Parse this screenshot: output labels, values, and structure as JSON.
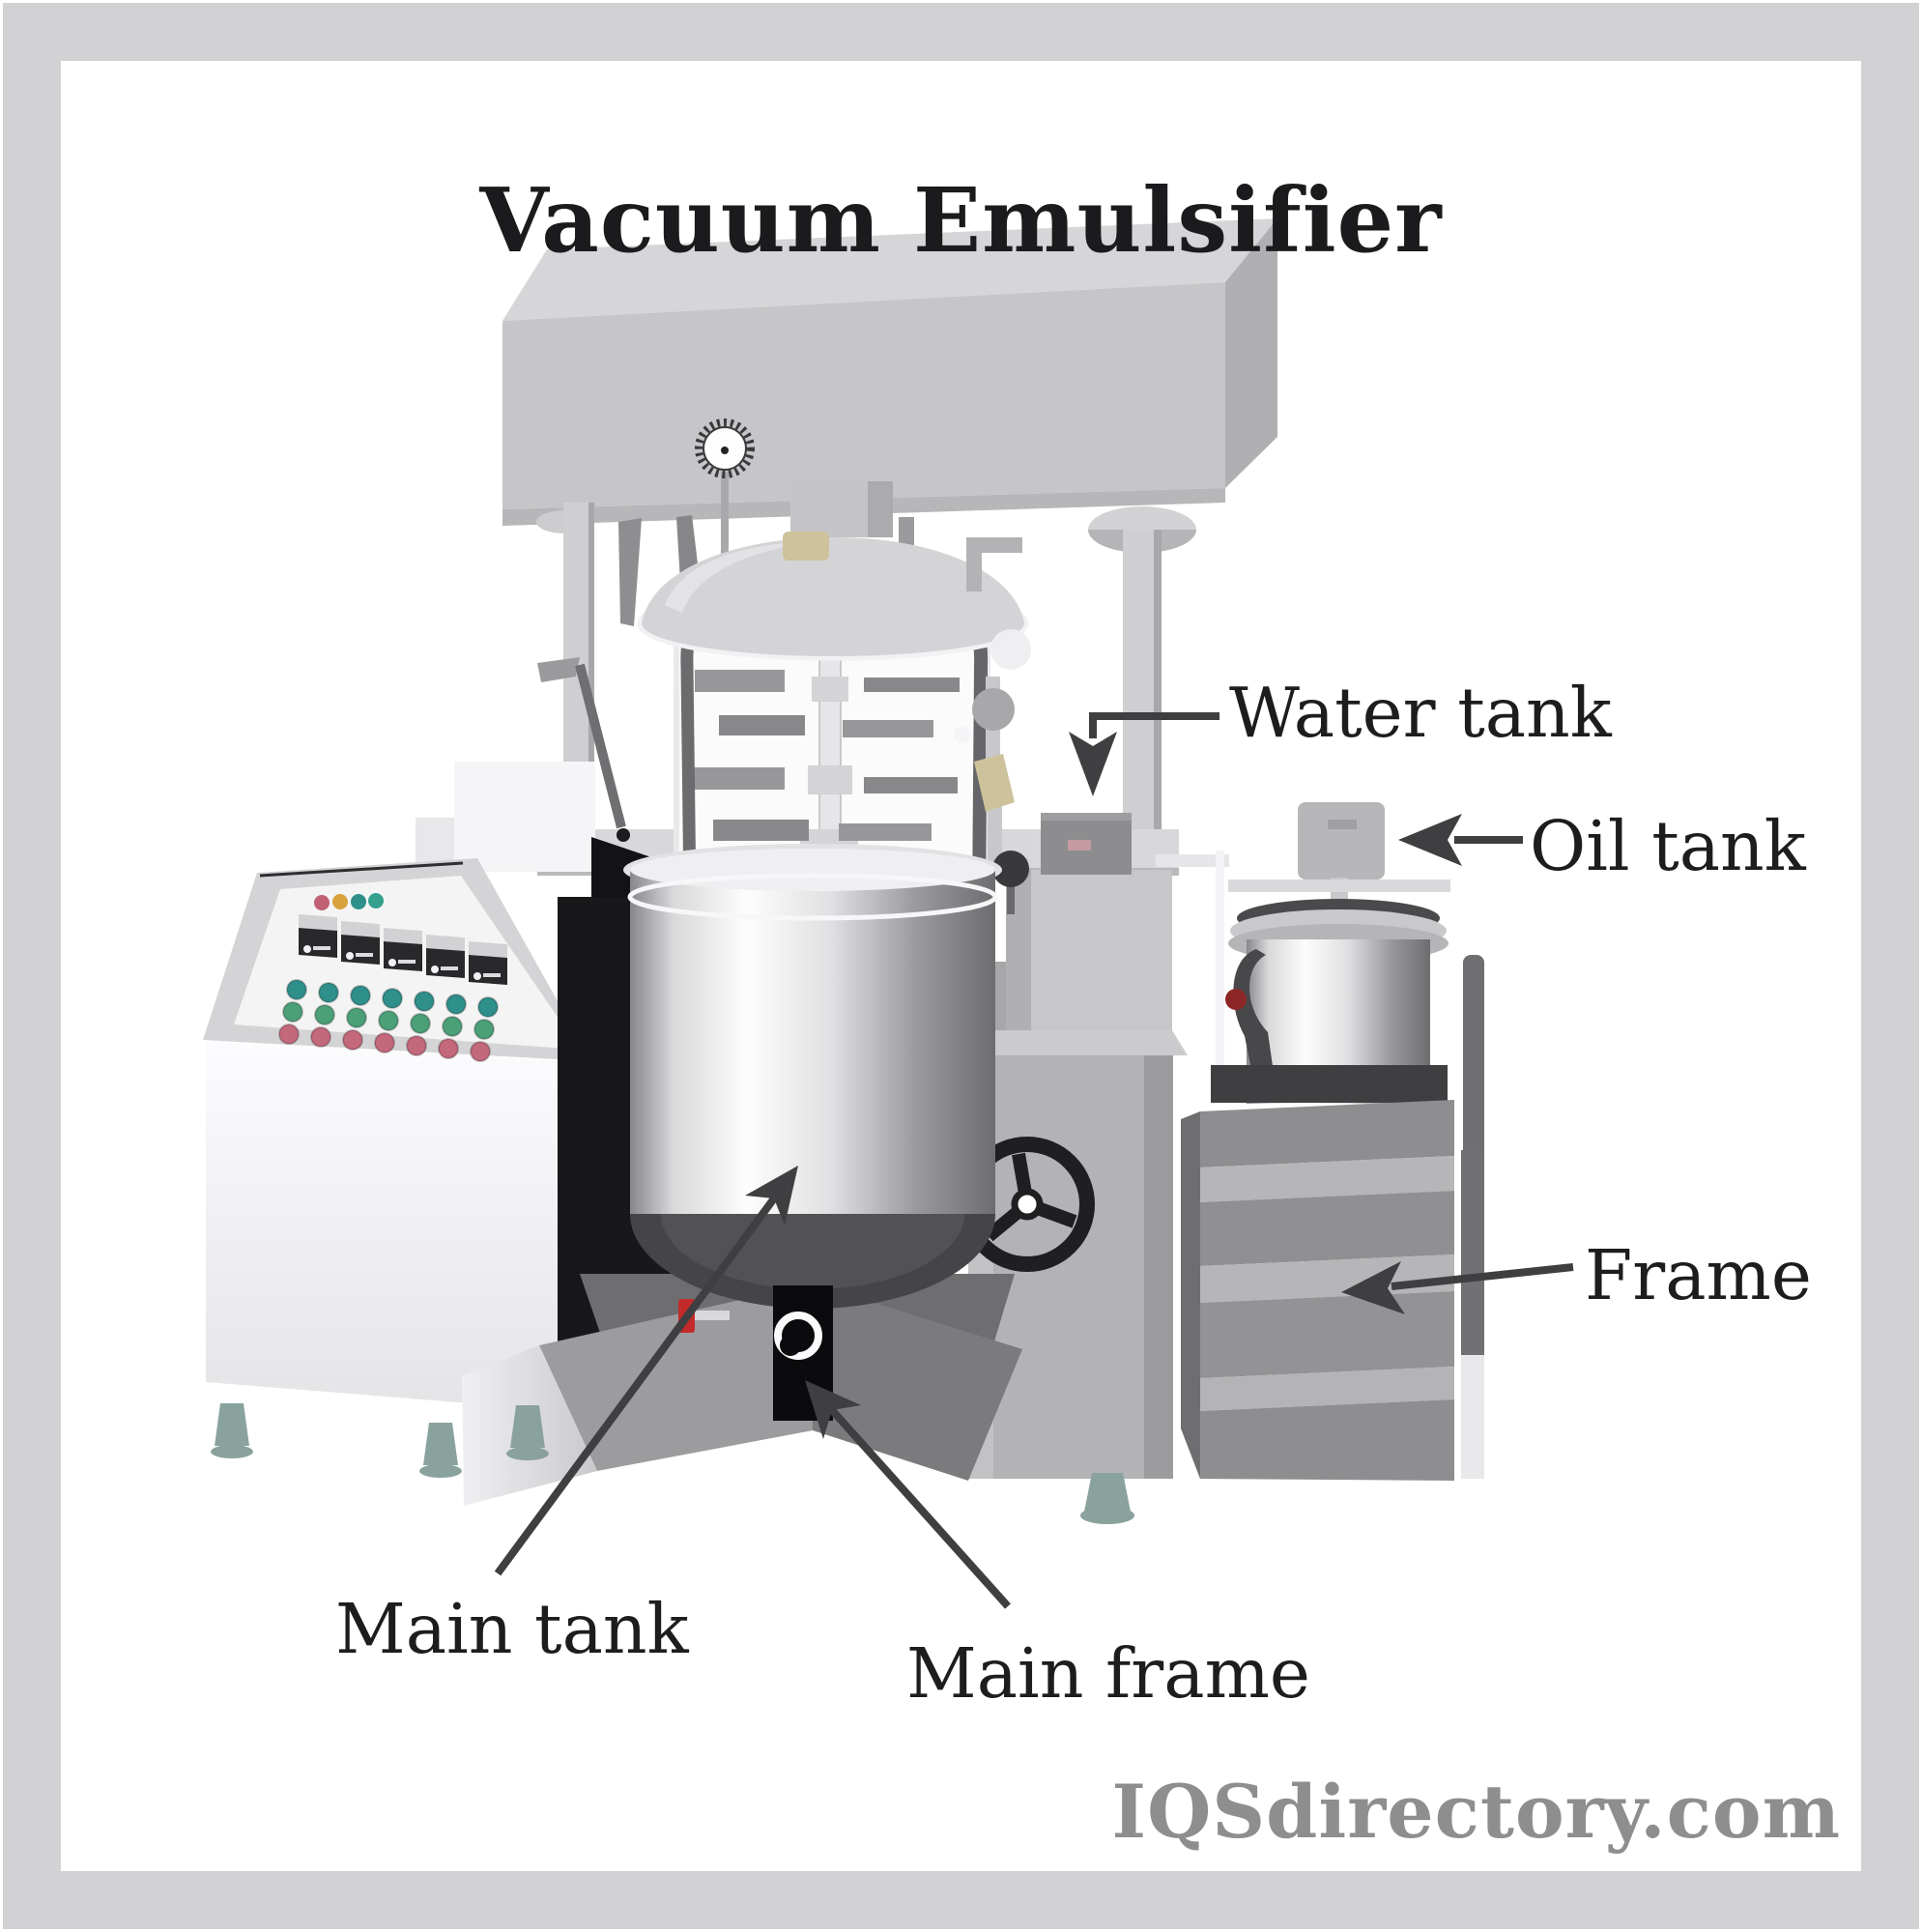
{
  "title": "Vacuum Emulsifier",
  "watermark": "IQSdirectory.com",
  "labels": {
    "water_tank": "Water tank",
    "oil_tank": "Oil tank",
    "frame": "Frame",
    "main_tank": "Main tank",
    "main_frame": "Main frame"
  },
  "diagram": {
    "type": "labeled-diagram",
    "subject": "Vacuum emulsifier mixing machine",
    "parts": [
      "Water tank",
      "Oil tank",
      "Frame",
      "Main tank",
      "Main frame"
    ]
  },
  "colors": {
    "canvas": "#ffffff",
    "frame_border": "#d2d2d4",
    "label_text": "#1d1d1f",
    "arrow": "#3f3f41",
    "watermark": "#8e8e8e",
    "machine_gray": "#c6c6c8",
    "valve_red": "#c32b2b",
    "button_teal": "#2f8f8a",
    "button_green": "#4ba077",
    "button_pink": "#c4687c",
    "indicator_orange": "#d9a23c",
    "foot_teal": "#8aa29d"
  }
}
